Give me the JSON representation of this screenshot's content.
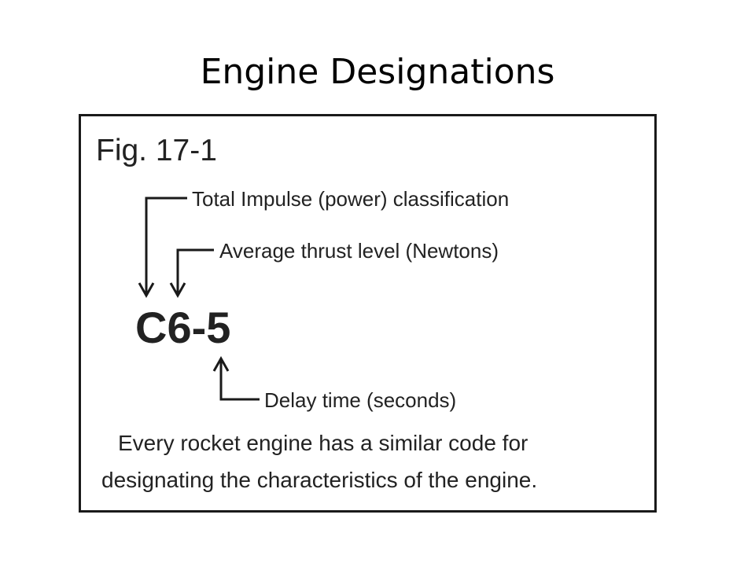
{
  "slide": {
    "title": "Engine Designations"
  },
  "figure": {
    "fig_label": "Fig.  17-1",
    "engine_code": "C6-5",
    "annotations": [
      {
        "id": "total-impulse",
        "text": "Total Impulse (power) classification"
      },
      {
        "id": "average-thrust",
        "text": "Average thrust level (Newtons)"
      },
      {
        "id": "delay-time",
        "text": "Delay time (seconds)"
      }
    ],
    "caption_lines": [
      "Every rocket engine has a similar code for",
      "designating the characteristics of the engine."
    ]
  }
}
